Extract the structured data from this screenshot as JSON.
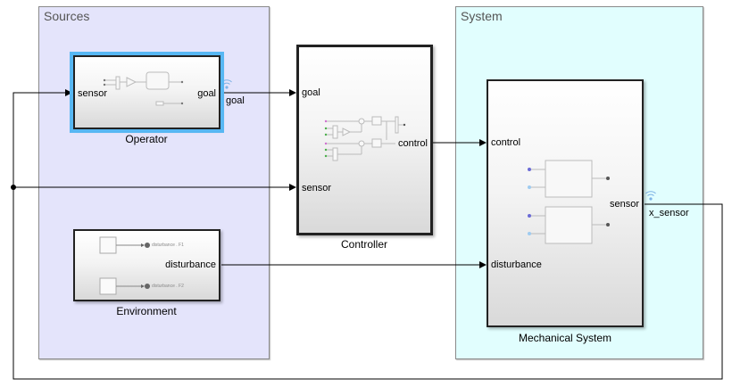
{
  "areas": {
    "sources": {
      "title": "Sources",
      "color": "#e4e4fb"
    },
    "system": {
      "title": "System",
      "color": "#e1fefe"
    }
  },
  "blocks": {
    "operator": {
      "name": "Operator",
      "inputs": [
        "sensor"
      ],
      "outputs": [
        "goal"
      ],
      "selected": true
    },
    "environment": {
      "name": "Environment",
      "outputs": [
        "disturbance"
      ],
      "internal_labels": [
        "disturbance . F1",
        "disturbance . F2"
      ]
    },
    "controller": {
      "name": "Controller",
      "inputs": [
        "goal",
        "sensor"
      ],
      "outputs": [
        "control"
      ]
    },
    "mechanical": {
      "name": "Mechanical System",
      "inputs": [
        "control",
        "disturbance"
      ],
      "outputs": [
        "sensor"
      ]
    }
  },
  "signals": {
    "goal": "goal",
    "x_sensor": "x_sensor"
  },
  "colors": {
    "selection": "#57b7f3",
    "wire": "#000000",
    "logged_signal_icon": "#7fb3e6"
  }
}
